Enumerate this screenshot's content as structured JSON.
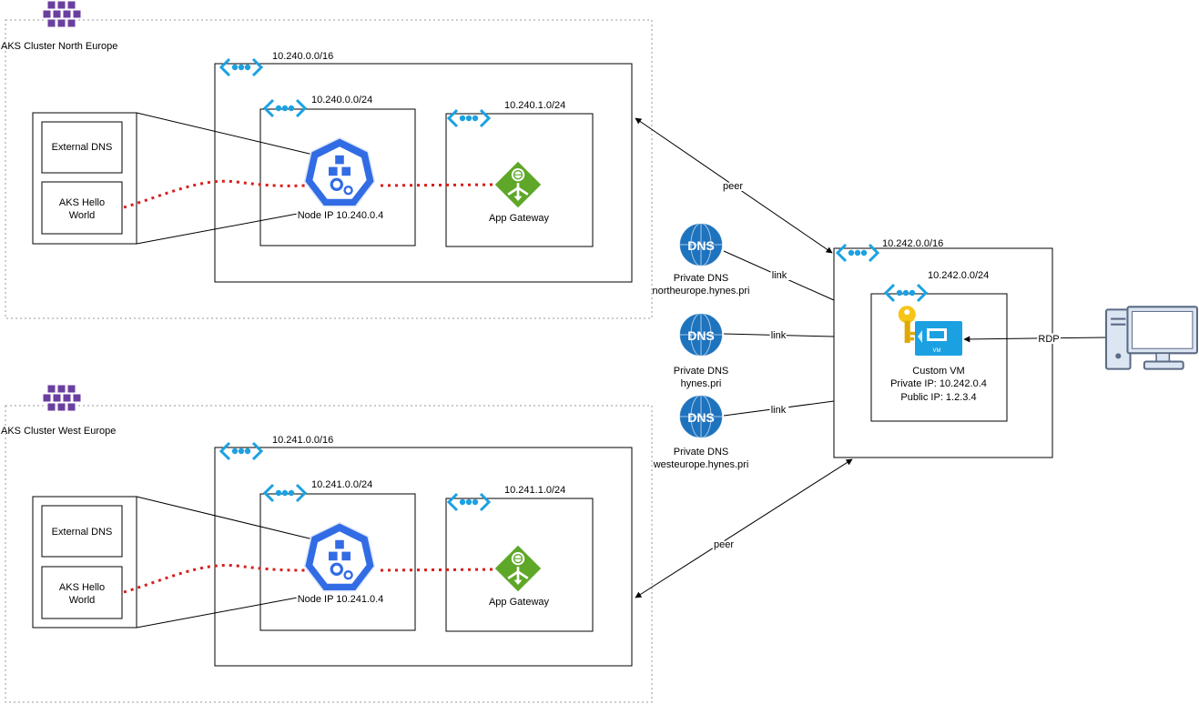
{
  "clusters": {
    "north": {
      "title": "AKS Cluster North Europe",
      "vnet": "10.240.0.0/16",
      "node_subnet": "10.240.0.0/24",
      "gateway_subnet": "10.240.1.0/24",
      "node_label": "Node IP 10.240.0.4",
      "gateway_label": "App Gateway",
      "pod_items": [
        "External DNS",
        "AKS Hello World"
      ]
    },
    "west": {
      "title": "AKS Cluster West Europe",
      "vnet": "10.241.0.0/16",
      "node_subnet": "10.241.0.0/24",
      "gateway_subnet": "10.241.1.0/24",
      "node_label": "Node IP 10.241.0.4",
      "gateway_label": "App Gateway",
      "pod_items": [
        "External DNS",
        "AKS Hello World"
      ]
    }
  },
  "hub": {
    "vnet": "10.242.0.0/16",
    "subnet": "10.242.0.0/24",
    "vm_title": "Custom VM",
    "vm_private_ip": "Private IP: 10.242.0.4",
    "vm_public_ip": "Public IP: 1.2.3.4",
    "vm_badge": "VM"
  },
  "private_dns": [
    {
      "title": "Private DNS",
      "zone": "northeurope.hynes.pri"
    },
    {
      "title": "Private DNS",
      "zone": "hynes.pri"
    },
    {
      "title": "Private DNS",
      "zone": "westeurope.hynes.pri"
    }
  ],
  "dns_badge": "DNS",
  "edges": {
    "peer_north": "peer",
    "peer_west": "peer",
    "link_1": "link",
    "link_2": "link",
    "link_3": "link",
    "rdp": "RDP"
  },
  "colors": {
    "vnet_icon": "#1ba1e2",
    "kubernetes": "#326ce5",
    "app_gateway": "#5ea728",
    "dns": "#1e73be",
    "vm": "#1ba1e2",
    "key": "#f5c518",
    "dotted_link": "#d61f1f",
    "cluster_icon": "#6b3fa0"
  }
}
